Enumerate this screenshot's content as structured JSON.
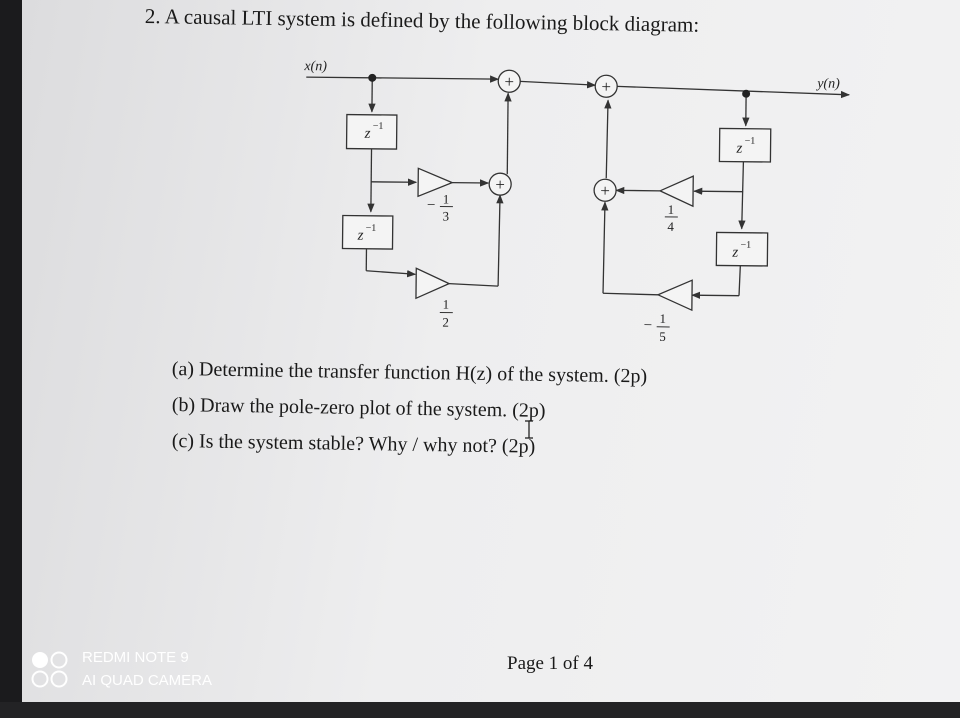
{
  "question": {
    "title": "2. A causal LTI system is defined by the following block diagram:",
    "parts": [
      "(a) Determine the transfer function H(z) of the system. (2p)",
      "(b) Draw the pole-zero plot of the system. (2p)",
      "(c) Is the system stable? Why / why not? (2p)"
    ]
  },
  "diagram": {
    "input_label": "x(n)",
    "output_label": "y(n)",
    "adder_symbol": "+",
    "delay_base": "z",
    "delay_exp": "−1",
    "gains": [
      {
        "sign": "−",
        "num": "1",
        "den": "3"
      },
      {
        "sign": "",
        "num": "1",
        "den": "2"
      },
      {
        "sign": "",
        "num": "1",
        "den": "4"
      },
      {
        "sign": "−",
        "num": "1",
        "den": "5"
      }
    ]
  },
  "footer": {
    "page": "Page 1 of 4"
  },
  "watermark": {
    "line1": "REDMI NOTE 9",
    "line2": "AI QUAD CAMERA"
  }
}
